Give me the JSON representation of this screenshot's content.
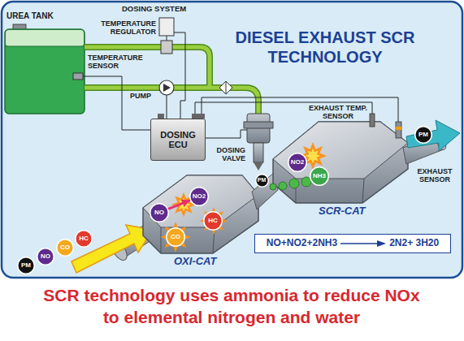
{
  "diagram": {
    "title": "DIESEL EXHAUST SCR TECHNOLOGY",
    "caption": "SCR technology uses ammonia to reduce NOx to elemental nitrogen and water",
    "nodes": [
      {
        "text": [
          "DOSING ECU"
        ]
      },
      {
        "text": [
          "NO2"
        ]
      },
      {
        "text": [
          "NH3"
        ]
      },
      {
        "text": [
          "PM"
        ]
      },
      {
        "text": [
          "PM"
        ]
      },
      {
        "text": [
          "NO2"
        ]
      },
      {
        "text": [
          "NO"
        ]
      },
      {
        "text": [
          "HC"
        ]
      },
      {
        "text": [
          "CO"
        ]
      },
      {
        "text": [
          "PM"
        ]
      },
      {
        "text": [
          "NO"
        ]
      },
      {
        "text": [
          "CO"
        ]
      },
      {
        "text": [
          "HC"
        ]
      },
      {
        "text": [
          "NO+NO2+2NH3",
          "2N2+ 3H20"
        ]
      }
    ],
    "edges": [
      {
        "from": 6,
        "to": 5,
        "arrow": "to"
      }
    ],
    "labels": [
      "UREA TANK",
      "DOSING SYSTEM",
      "TEMPERATURE REGULATOR",
      "TEMPERATURE SENSOR",
      "PUMP",
      "DOSING VALVE",
      "EXHAUST TEMP. SENSOR",
      "EXHAUST SENSOR",
      "SCR-CAT",
      "OXI-CAT"
    ]
  }
}
